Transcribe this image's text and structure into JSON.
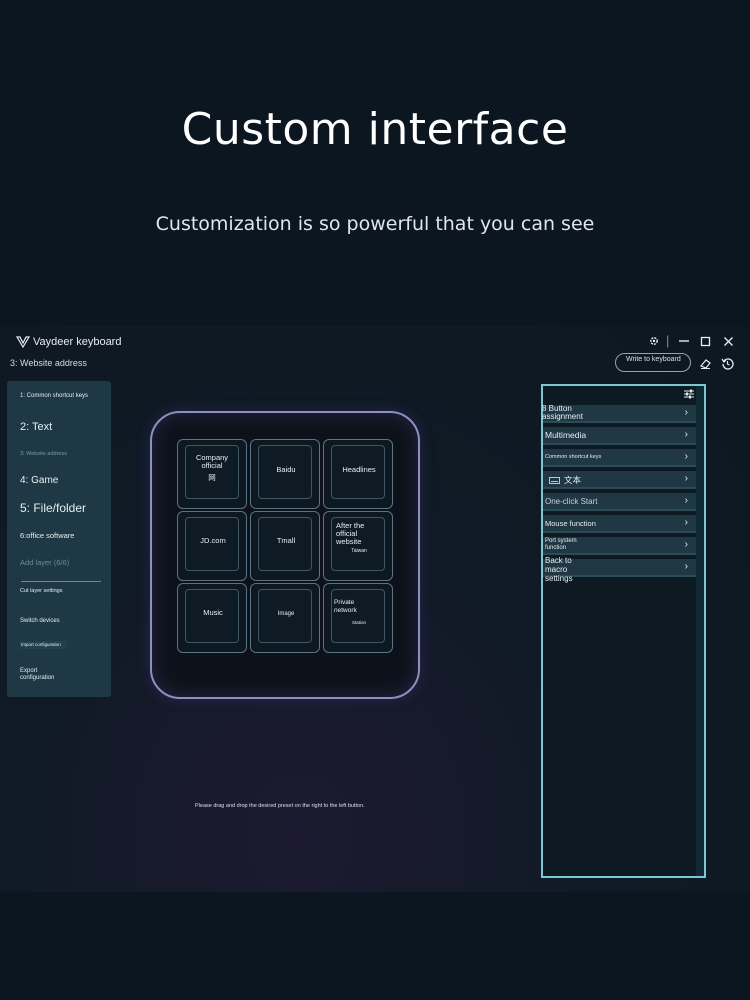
{
  "hero": {
    "title": "Custom interface",
    "subtitle": "Customization is so powerful that you can see"
  },
  "app": {
    "name": "Vaydeer keyboard",
    "breadcrumb": "3: Website address",
    "write_button": "Write to keyboard",
    "icons": [
      "vaydeer-logo-icon",
      "gear-icon",
      "minimize-icon",
      "maximize-icon",
      "close-icon",
      "eraser-icon",
      "reset-icon",
      "settings-sliders-icon",
      "chevron-right-icon",
      "keyboard-icon"
    ]
  },
  "left_panel": {
    "layers": [
      "1: Common shortcut keys",
      "2: Text",
      "3: Website address",
      "4: Game",
      "5: File/folder",
      "6:office software"
    ],
    "add_layer": "Add layer (6/6)",
    "actions": [
      "Cut layer settings",
      "Switch devices",
      "Import configuration",
      "Export configuration"
    ]
  },
  "keys": [
    {
      "label": "Company official",
      "sub": "网"
    },
    {
      "label": "Baidu",
      "sub": ""
    },
    {
      "label": "Headlines",
      "sub": ""
    },
    {
      "label": "JD.com",
      "sub": ""
    },
    {
      "label": "Tmall",
      "sub": ""
    },
    {
      "label": "After the official website",
      "sub": "Taiwan"
    },
    {
      "label": "Music",
      "sub": ""
    },
    {
      "label": "Image",
      "sub": ""
    },
    {
      "label": "Private network",
      "sub": "Station"
    }
  ],
  "hint": "Please drag and drop the desired preset on the right to the left button.",
  "right_panel": {
    "items": [
      "8 Button assignment",
      "Multimedia",
      "Common shortcut keys",
      "文本",
      "One-click Start",
      "Mouse function",
      "Port system function",
      "Back to macro settings"
    ]
  },
  "colors": {
    "page_bg": "#0c1620",
    "panel_bg": "#1e3845",
    "accent_border": "#7cc7d6",
    "keypad_glow": "#8d8fbe"
  }
}
